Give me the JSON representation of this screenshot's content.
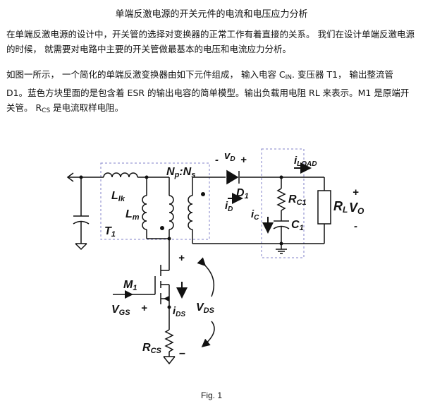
{
  "title": "单端反激电源的开关元件的电流和电压应力分析",
  "para1": "在单端反激电源的设计中，开关管的选择对变换器的正常工作有着直接的关系。  我们在设计单端反激电源的时候， 就需要对电路中主要的开关管做最基本的电压和电流应力分析。",
  "para2": {
    "part1": "如图一所示，  一个简化的单端反激变换器由如下元件组成， 输入电容 C",
    "cin_sub": "IN",
    "part2": ". 变压器 T1， 输出整流管 D1。蓝色方块里面的是包含着 ESR 的输出电容的简单模型。输出负载用电阻 RL 来表示。M1 是原端开关管。 R",
    "rcs_sub": "CS",
    "part3": " 是电流取样电阻。"
  },
  "circuit": {
    "lk_main": "L",
    "lk_sub": "lk",
    "lm_main": "L",
    "lm_sub": "m",
    "t1_main": "T",
    "t1_sub": "1",
    "np_main": "N",
    "np_sub": "p",
    "ns_main": ":N",
    "ns_sub": "s",
    "vd_minus": "-",
    "vd_main": "v",
    "vd_sub": "D",
    "vd_plus": "+",
    "d1_main": "D",
    "d1_sub": "1",
    "id_main": "i",
    "id_sub": "D",
    "iload_main": "i",
    "iload_sub": "LOAD",
    "rc1_main": "R",
    "rc1_sub": "C1",
    "ic_main": "i",
    "ic_sub": "C",
    "c1_main": "C",
    "c1_sub": "1",
    "rl_main": "R",
    "rl_sub": "L",
    "vo_main": "V",
    "vo_sub": "O",
    "vo_plus": "+",
    "vo_minus": "-",
    "m1_main": "M",
    "m1_sub": "1",
    "vgs_main": "V",
    "vgs_sub": "GS",
    "vgs_plus": "+",
    "ids_main": "i",
    "ids_sub": "DS",
    "vds_plus": "+",
    "vds_main": "V",
    "vds_sub": "DS",
    "vds_minus": "–",
    "rcs_main": "R",
    "rcs_sub": "CS"
  },
  "fig_caption": "Fig. 1",
  "colors": {
    "dashed_box": "#8080c8",
    "line": "#111111"
  }
}
